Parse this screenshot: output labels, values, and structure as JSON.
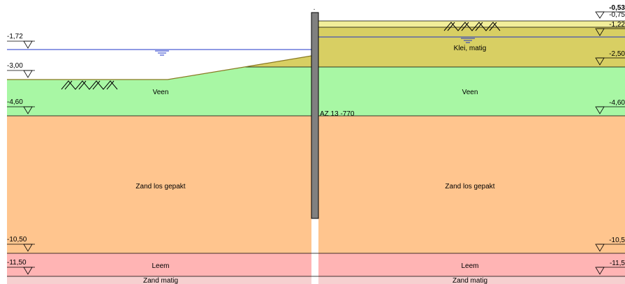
{
  "sheet_pile": {
    "name": "AZ 13 -770",
    "top_marker": "."
  },
  "left_side": {
    "water_level": "-1,72",
    "levels": [
      "-1,72",
      "-3,00",
      "-4,60",
      "-10,50",
      "-11,50"
    ],
    "layers": [
      "Veen",
      "Zand los gepakt",
      "Leem",
      "Zand matig"
    ]
  },
  "right_side": {
    "water_level": "-1,22",
    "levels": [
      "-0,53",
      "-0,75",
      "-1,22",
      "-2,50",
      "-4,60",
      "-10,5",
      "-11,5"
    ],
    "layers": [
      "Klei, matig",
      "Veen",
      "Zand los gepakt",
      "Leem",
      "Zand matig"
    ]
  },
  "colors": {
    "klei": "#d8cf63",
    "klei_top": "#f2ee9a",
    "veen": "#a8f7a4",
    "zand": "#ffc58e",
    "leem": "#ffb4b4",
    "zand_matig": "#f6d0d0",
    "water_line": "#1f36c8",
    "sheet_pile": "#808080",
    "ground_line": "#8a7a23"
  }
}
